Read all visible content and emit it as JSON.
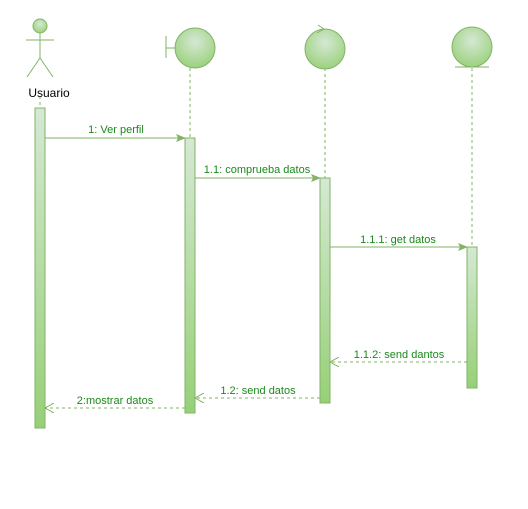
{
  "colors": {
    "line": "#82b366",
    "label": "#1a8a1a",
    "fill_light": "#d5e8d4",
    "fill_dark": "#97d077",
    "lifeline": "#82b366"
  },
  "participants": [
    {
      "id": "usuario",
      "kind": "actor",
      "label": "Usuario",
      "icon": "actor-icon"
    },
    {
      "id": "boundary",
      "kind": "boundary",
      "label": "",
      "icon": "boundary-icon"
    },
    {
      "id": "control",
      "kind": "control",
      "label": "",
      "icon": "control-icon"
    },
    {
      "id": "entity",
      "kind": "entity",
      "label": "",
      "icon": "entity-icon"
    }
  ],
  "messages": [
    {
      "id": "m1",
      "label": "1: Ver perfil",
      "from": "usuario",
      "to": "boundary",
      "type": "sync"
    },
    {
      "id": "m2",
      "label": "1.1: comprueba datos",
      "from": "boundary",
      "to": "control",
      "type": "sync"
    },
    {
      "id": "m3",
      "label": "1.1.1: get datos",
      "from": "control",
      "to": "entity",
      "type": "sync"
    },
    {
      "id": "m4",
      "label": "1.1.2: send dantos",
      "from": "entity",
      "to": "control",
      "type": "return"
    },
    {
      "id": "m5",
      "label": "1.2: send datos",
      "from": "control",
      "to": "boundary",
      "type": "return"
    },
    {
      "id": "m6",
      "label": "2:mostrar datos",
      "from": "boundary",
      "to": "usuario",
      "type": "return"
    }
  ]
}
